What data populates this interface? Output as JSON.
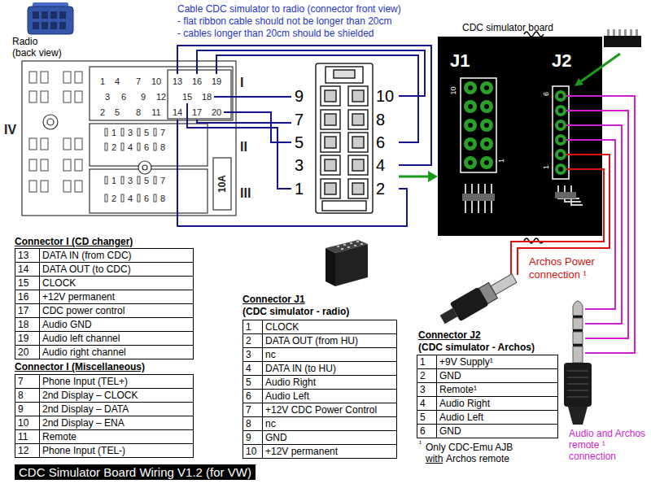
{
  "diagram": {
    "caption": "CDC Simulator Board Wiring V1.2 (for VW)",
    "nodes": [
      {
        "text": [
          "9",
          "7",
          "5",
          "3",
          "1",
          "10",
          "8",
          "6",
          "4",
          "2"
        ]
      },
      {
        "text": [
          "CDC simulator board",
          "J1",
          "J2",
          "10",
          "1",
          "6",
          "1"
        ]
      }
    ],
    "edges": [
      {
        "from": 0,
        "to": 1,
        "arrow": "to"
      }
    ],
    "labels": [
      "Cable CDC simulator to radio (connector front view)",
      "- flat ribbon cable should not be longer than 20cm",
      "- cables longer than 20cm should be shielded",
      "Radio",
      "(back view)",
      "IV",
      "I",
      "II",
      "III",
      "10A",
      "13",
      "16",
      "19",
      "15",
      "18",
      "14",
      "17",
      "20",
      "1",
      "4",
      "7",
      "10",
      "3",
      "6",
      "9",
      "12",
      "2",
      "5",
      "8",
      "11",
      "1",
      "3",
      "5",
      "7",
      "2",
      "4",
      "6",
      "8",
      "1",
      "3",
      "5",
      "7",
      "2",
      "4",
      "6",
      "8",
      "Archos Power connection ¹",
      "Audio and Archos remote ¹ connection",
      "Connector I (CD changer)",
      "13",
      "DATA IN (from CDC)",
      "14",
      "DATA OUT (to CDC)",
      "15",
      "CLOCK",
      "16",
      "+12V permanent",
      "17",
      "CDC power control",
      "18",
      "Audio GND",
      "19",
      "Audio left channel",
      "20",
      "Audio right channel",
      "Connector I (Miscellaneous)",
      "7",
      "Phone Input (TEL+)",
      "8",
      "2nd Display – CLOCK",
      "9",
      "2nd Display – DATA",
      "10",
      "2nd Display – ENA",
      "11",
      "Remote",
      "12",
      "Phone Input (TEL-)",
      "Connector J1",
      "(CDC simulator - radio)",
      "1",
      "CLOCK",
      "2",
      "DATA OUT (from HU)",
      "3",
      "nc",
      "4",
      "DATA IN (to HU)",
      "5",
      "Audio Right",
      "6",
      "Audio Left",
      "7",
      "+12V CDC Power Control",
      "8",
      "nc",
      "9",
      "GND",
      "10",
      "+12V permanent",
      "Connector J2",
      "(CDC simulator - Archos)",
      "1",
      "+9V Supply¹",
      "2",
      "GND",
      "3",
      "Remote¹",
      "4",
      "Audio Right",
      "5",
      "Audio Left",
      "6",
      "GND",
      "¹",
      "Only CDC-Emu AJB",
      "with",
      "Archos remote"
    ]
  }
}
